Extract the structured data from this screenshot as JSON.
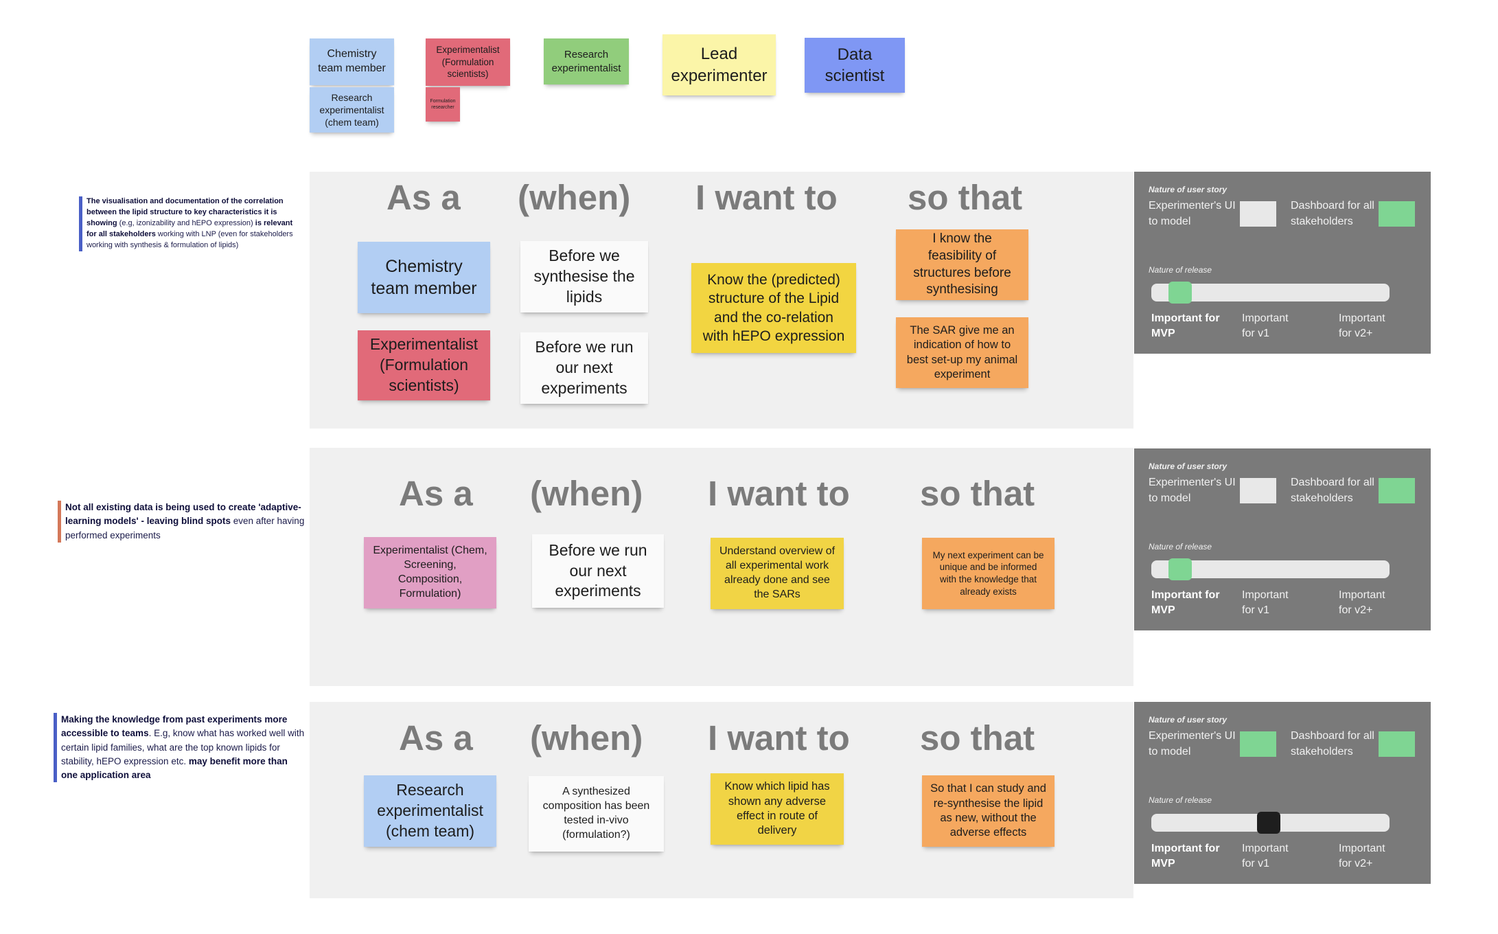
{
  "personas": {
    "chem_member": "Chemistry team member",
    "research_chem": "Research experimentalist (chem team)",
    "formulation": "Experimentalist (Formulation scientists)",
    "formulation_small": "Formulation researcher",
    "research": "Research experimentalist",
    "lead": "Lead experimenter",
    "data_sci": "Data scientist"
  },
  "headers": {
    "as_a": "As a",
    "when": "(when)",
    "i_want": "I want to",
    "so_that": "so that"
  },
  "rows": [
    {
      "note_html": "<b>The visualisation and documentation of the correlation between the lipid structure to key characteristics it is showing</b> (e.g, izonizability and hEPO expression) <b>is relevant for all stakeholders</b> working with LNP  (even for stakeholders working with synthesis &amp; formulation of lipids)",
      "as_a_1": "Chemistry team member",
      "as_a_2": "Experimentalist (Formulation scientists)",
      "when_1": "Before we synthesise the lipids",
      "when_2": "Before we run our next experiments",
      "want": "Know the (predicted) structure of the Lipid and the co-relation with hEPO expression",
      "so_that_1": "I know the feasibility of structures before synthesising",
      "so_that_2": "The SAR give me an indication of how to best set-up my animal experiment"
    },
    {
      "note_html": "<b>Not all existing data is being used to create 'adaptive-learning models' - leaving blind spots</b> even after having performed experiments",
      "as_a": "Experimentalist (Chem, Screening, Composition, Formulation)",
      "when": "Before we run our next experiments",
      "want": "Understand overview of all experimental work already done and see the SARs",
      "so_that": "My next experiment can be unique and be informed with the knowledge that already exists"
    },
    {
      "note_html": "<b>Making the knowledge from past experiments more accessible to teams</b>. E.g, know what has worked well with certain lipid families, what are the top known lipids for stability, hEPO expression etc. <b>may benefit more than one application area</b>",
      "as_a": "Research experimentalist (chem team)",
      "when": "A synthesized composition has been tested in-vivo (formulation?)",
      "want": "Know which lipid has shown any adverse effect in route of delivery",
      "so_that": "So that I can study and re-synthesise the lipid as new, without the adverse effects"
    }
  ],
  "panel": {
    "nature_story": "Nature of user story",
    "exp_ui": "Experimenter's UI to model",
    "dashboard": "Dashboard for all stakeholders",
    "nature_release": "Nature of release",
    "mvp": "Important for MVP",
    "v1": "Important for v1",
    "v2": "Important for v2+"
  },
  "panels": [
    {
      "exp_ui_color": "#e8e8e8",
      "dashboard_color": "#7fd593",
      "thumb_color": "#7fd593",
      "release_level": 0.0
    },
    {
      "exp_ui_color": "#e8e8e8",
      "dashboard_color": "#7fd593",
      "thumb_color": "#7fd593",
      "release_level": 0.0
    },
    {
      "exp_ui_color": "#7fd593",
      "dashboard_color": "#7fd593",
      "thumb_color": "#1e1e1e",
      "release_level": 0.5
    }
  ],
  "colors": {
    "note_bar_1": "#4a5fc6",
    "note_bar_2": "#d4785a",
    "note_bar_3": "#4a5fc6"
  }
}
